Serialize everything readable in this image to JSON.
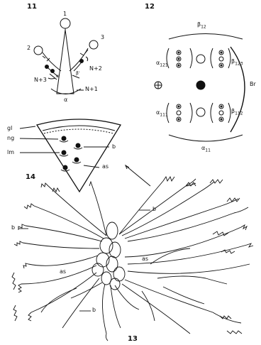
{
  "figures": {
    "fig11": {
      "number": "11",
      "labels": {
        "n1": "1",
        "n2": "2",
        "n3": "3",
        "n_plus_2": "N+2",
        "n_plus_3": "N+3",
        "n_plus_1": "N+1",
        "alpha": "α",
        "beta": "β'",
        "alpha_small": "α"
      }
    },
    "fig12": {
      "number": "12",
      "labels": {
        "beta12": "β",
        "beta12_sub": "12",
        "alpha121": "α",
        "alpha121_sub": "121",
        "beta123": "β",
        "beta123_sub": "123",
        "alpha111": "α",
        "alpha111_sub": "111",
        "beta112": "β",
        "beta112_sub": "112",
        "alpha11": "α",
        "alpha11_sub": "11",
        "br": "Br"
      }
    },
    "fig13": {
      "number": "13",
      "labels": {
        "b_top": "b",
        "b_left": "b",
        "b_bottom": "b",
        "as_left": "as",
        "as_right": "as"
      }
    },
    "fig14": {
      "number": "14",
      "labels": {
        "gl": "gl",
        "ng": "ng",
        "lm": "lm",
        "b": "b",
        "as": "as"
      }
    }
  },
  "colors": {
    "ink": "#111111",
    "paper": "#ffffff"
  }
}
